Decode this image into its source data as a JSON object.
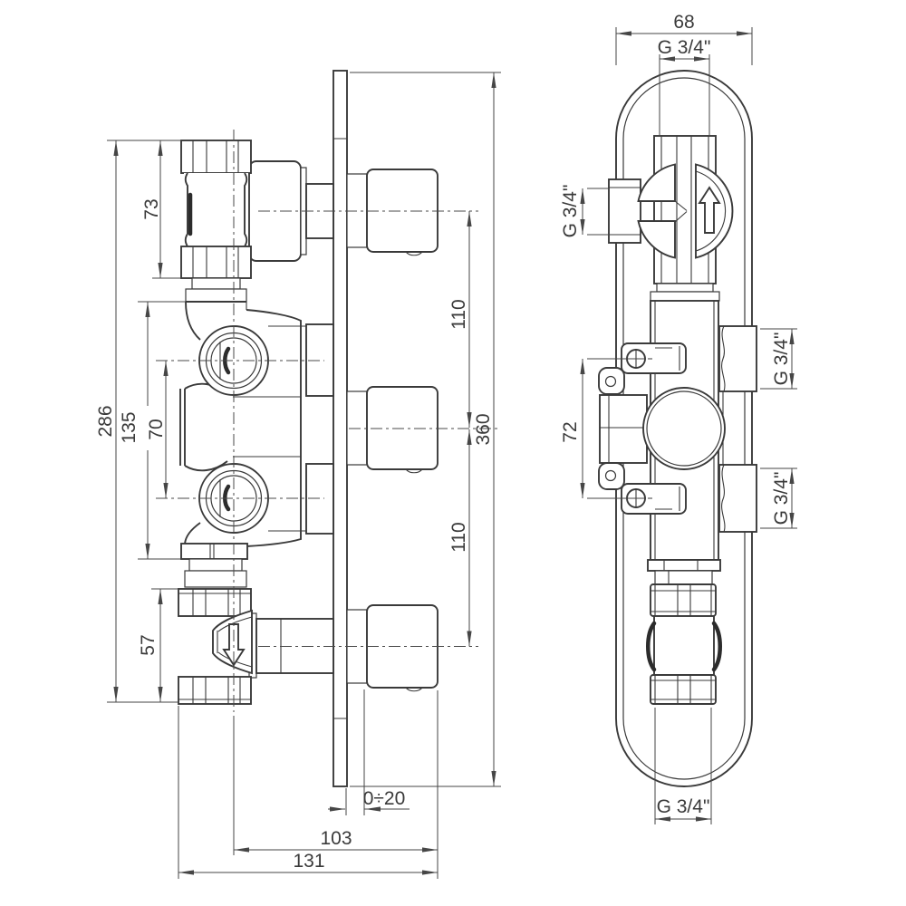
{
  "colors": {
    "background": "#ffffff",
    "line_dark": "#3a3a3a",
    "dimension_line": "#464646"
  },
  "side_view": {
    "dimensions": {
      "top_fitting_height": "73",
      "valve_assembly_height": "286",
      "body_section_height": "135",
      "port_spacing": "70",
      "diverter_height": "57",
      "handle_spacing_upper": "110",
      "plate_height": "360",
      "handle_spacing_lower": "110",
      "plate_adjustment_range": "0÷20",
      "depth_to_axis": "103",
      "total_depth": "131"
    }
  },
  "front_view": {
    "dimensions": {
      "plate_width": "68",
      "top_connection_thread": "G 3/4\"",
      "left_inlet_thread": "G 3/4\"",
      "bracket_screw_spacing": "72",
      "right_outlet_top_thread": "G 3/4\"",
      "right_outlet_bottom_thread": "G 3/4\"",
      "bottom_connection_thread": "G 3/4\""
    }
  }
}
